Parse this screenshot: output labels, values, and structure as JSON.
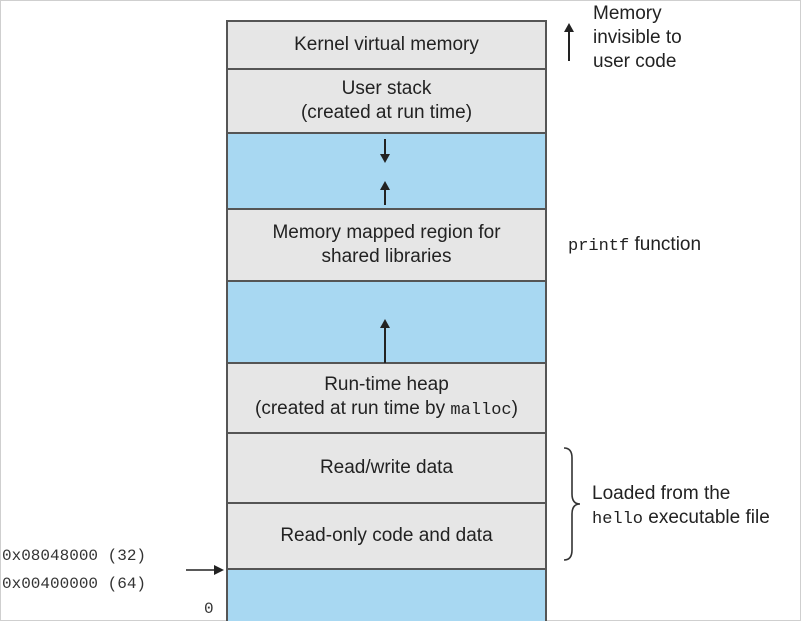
{
  "segments": {
    "kernel": "Kernel virtual memory",
    "stack_line1": "User stack",
    "stack_line2": "(created at run time)",
    "mapped_line1": "Memory mapped region for",
    "mapped_line2": "shared libraries",
    "heap_line1": "Run-time heap",
    "heap_line2_prefix": "(created at run time by ",
    "heap_line2_code": "malloc",
    "heap_line2_suffix": ")",
    "rw_data": "Read/write data",
    "ro_code": "Read-only code and data"
  },
  "annotations": {
    "kernel_line1": "Memory",
    "kernel_line2": "invisible to",
    "kernel_line3": "user code",
    "printf_code": "printf",
    "printf_text": " function",
    "loaded_line1": "Loaded from the",
    "loaded_code": "hello",
    "loaded_text": " executable file"
  },
  "addresses": {
    "addr32": "0x08048000 (32)",
    "addr64": "0x00400000 (64)",
    "zero": "0"
  },
  "colors": {
    "segment_gray": "#e6e6e6",
    "gap_blue": "#a8d8f2",
    "border": "#555555"
  }
}
